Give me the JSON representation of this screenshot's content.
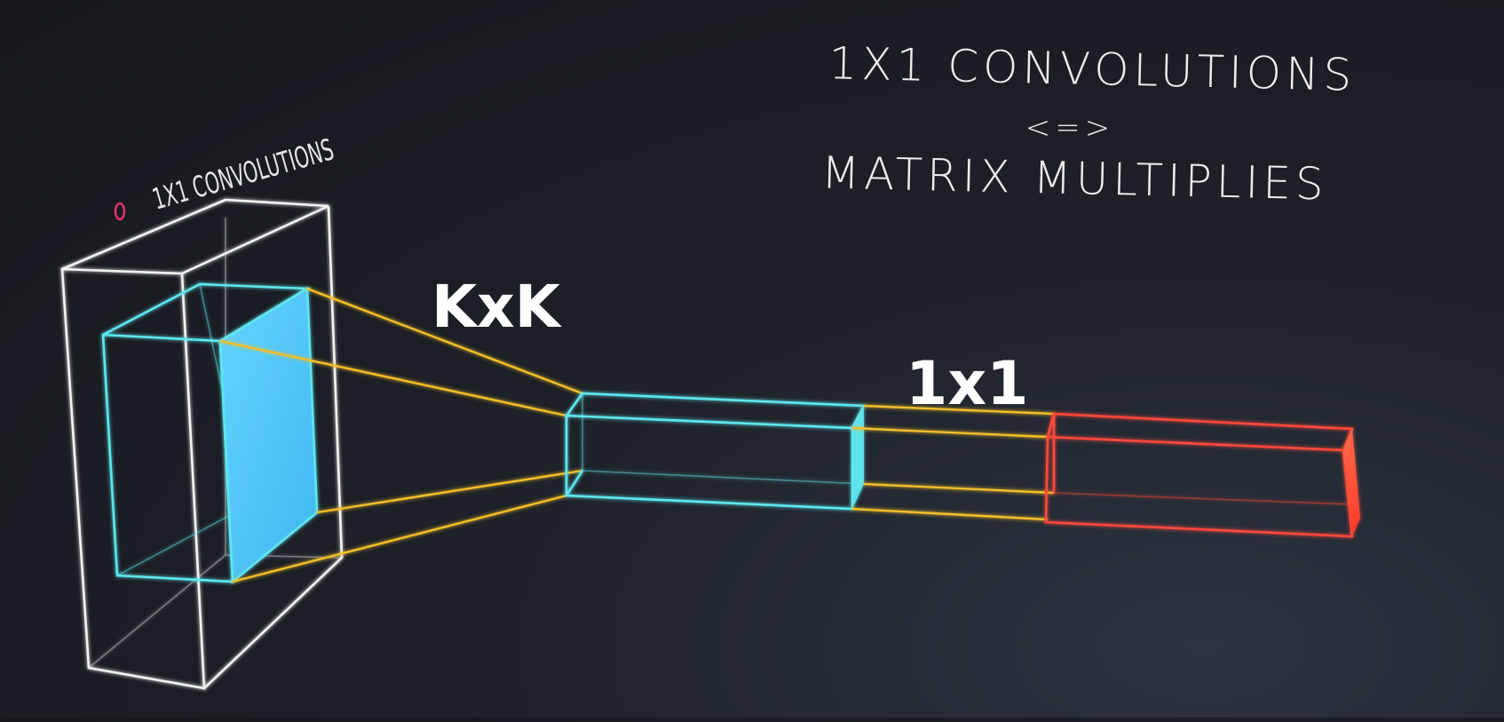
{
  "title": {
    "line1": "1X1 CONVOLUTIONS",
    "line2": "<=>",
    "line3": "MATRIX MULTIPLIES"
  },
  "side_label": "1X1 CONVOLUTIONS",
  "labels": {
    "kernel_size": "KxK",
    "one_by_one": "1x1"
  },
  "colors": {
    "background": "#1d2128",
    "input_volume": "#f2f2f2",
    "patch": "#5fe6ee",
    "patch_fill": "#4cc8ff",
    "projection_lines": "#f2bf2a",
    "output": "#ff4a3a",
    "bullet": "#e8336b"
  }
}
